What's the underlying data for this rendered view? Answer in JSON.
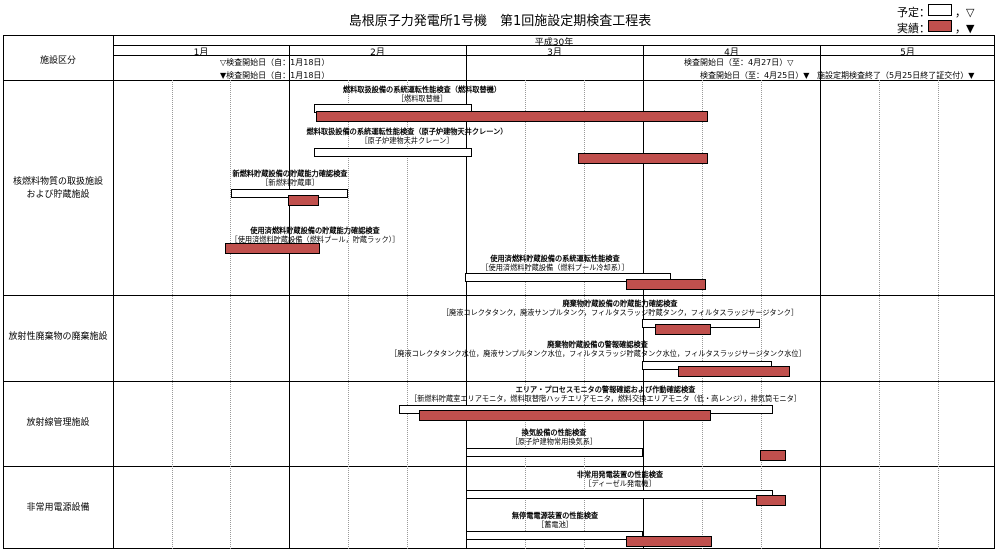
{
  "title": "島根原子力発電所1号機　第1回施設定期検査工程表",
  "legend": {
    "plan_label": "予定：",
    "plan_symbol": "，▽",
    "actual_label": "実績：",
    "actual_symbol": "，▼"
  },
  "header": {
    "category_col": "施設区分",
    "era": "平成30年",
    "months": [
      "1月",
      "2月",
      "3月",
      "4月",
      "5月"
    ],
    "plan_start": "▽検査開始日（自：1月18日）",
    "plan_end": "検査開始日（至：4月27日）▽",
    "actual_start": "▼検査開始日（自：1月18日）",
    "actual_end": "検査開始日（至：4月25日）▼",
    "completion": "施設定期検査終了（5月25日終了証交付）▼"
  },
  "categories": [
    "核燃料物質の取扱施設\nおよび貯蔵施設",
    "放射性廃棄物の廃棄施設",
    "放射線管理施設",
    "非常用電源設備"
  ],
  "tasks": [
    {
      "name": "燃料取扱設備の系統運転性能検査（燃料取替機）",
      "sub": "［燃料取替機］"
    },
    {
      "name": "燃料取扱設備の系統運転性能検査（原子炉建物天井クレーン）",
      "sub": "［原子炉建物天井クレーン］"
    },
    {
      "name": "新燃料貯蔵設備の貯蔵能力確認検査",
      "sub": "［新燃料貯蔵庫］"
    },
    {
      "name": "使用済燃料貯蔵設備の貯蔵能力確認検査",
      "sub": "［使用済燃料貯蔵設備（燃料プール，貯蔵ラック）］"
    },
    {
      "name": "使用済燃料貯蔵設備の系統運転性能検査",
      "sub": "［使用済燃料貯蔵設備（燃料プール冷却系）］"
    },
    {
      "name": "廃棄物貯蔵設備の貯蔵能力確認検査",
      "sub": "［廃液コレクタタンク，廃液サンプルタンク，フィルタスラッジ貯蔵タンク，フィルタスラッジサージタンク］"
    },
    {
      "name": "廃棄物貯蔵設備の警報確認検査",
      "sub": "［廃液コレクタタンク水位，廃液サンプルタンク水位，フィルタスラッジ貯蔵タンク水位，フィルタスラッジサージタンク水位］"
    },
    {
      "name": "エリア・プロセスモニタの警報確認および作動確認検査",
      "sub": "［新燃料貯蔵室エリアモニタ，燃料取替階ハッチエリアモニタ，燃料交換エリアモニタ（低・高レンジ），排気筒モニタ］"
    },
    {
      "name": "換気設備の性能検査",
      "sub": "［原子炉建物常用換気系］"
    },
    {
      "name": "非常用発電装置の性能検査",
      "sub": "［ディーゼル発電機］"
    },
    {
      "name": "無停電電源装置の性能検査",
      "sub": "［蓄電池］"
    }
  ],
  "colors": {
    "actual": "#c0504d",
    "plan": "#ffffff",
    "line": "#000000"
  }
}
